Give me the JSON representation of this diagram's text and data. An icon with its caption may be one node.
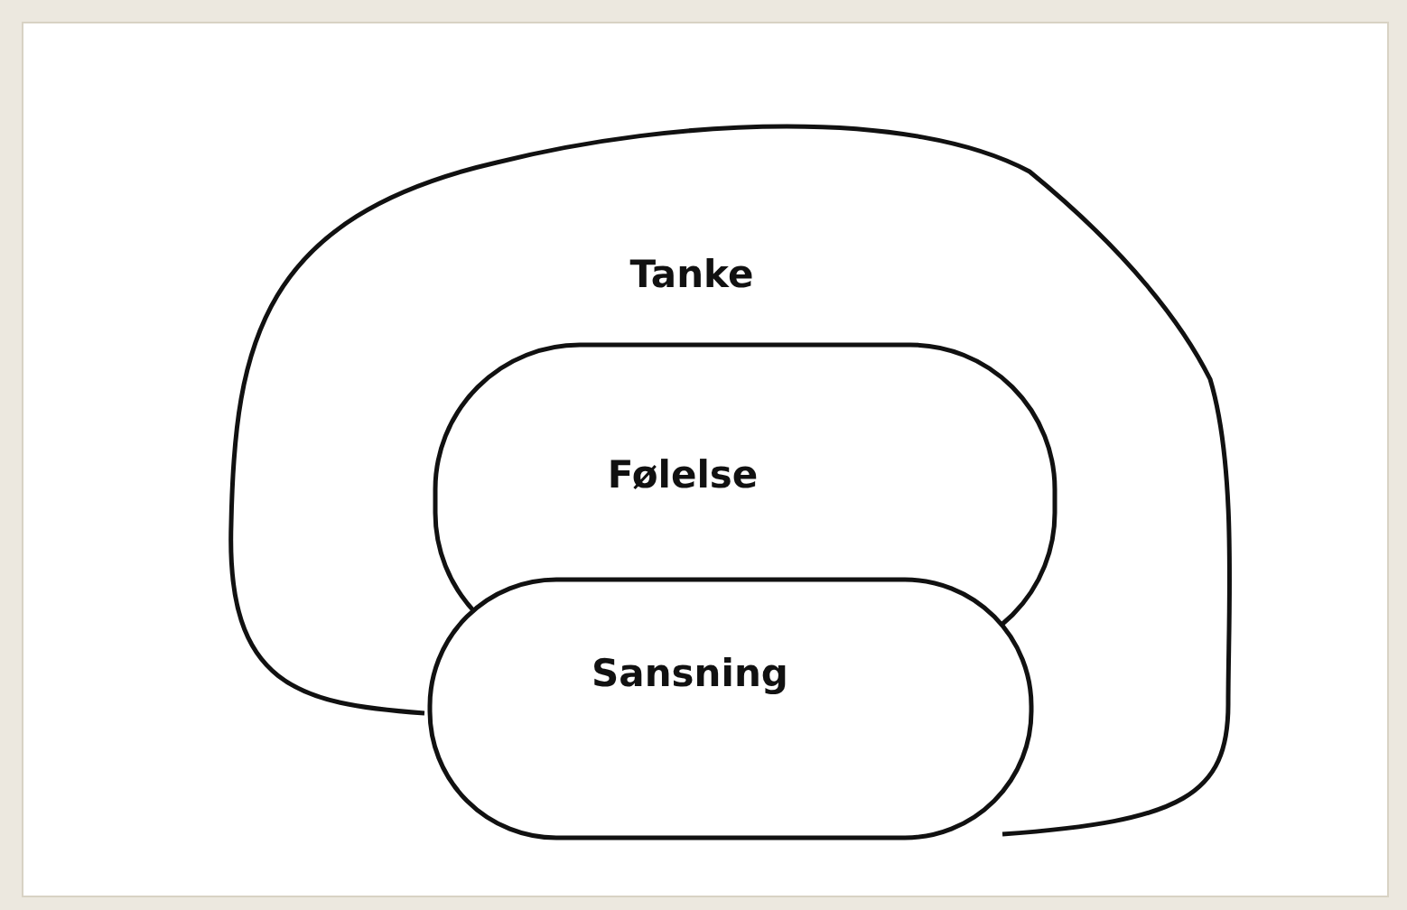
{
  "diagram": {
    "nodes": [
      {
        "text": [
          "Tanke"
        ]
      },
      {
        "text": [
          "Følelse"
        ],
        "in": 0
      },
      {
        "text": [
          "Sansning"
        ],
        "in": 0
      }
    ]
  }
}
